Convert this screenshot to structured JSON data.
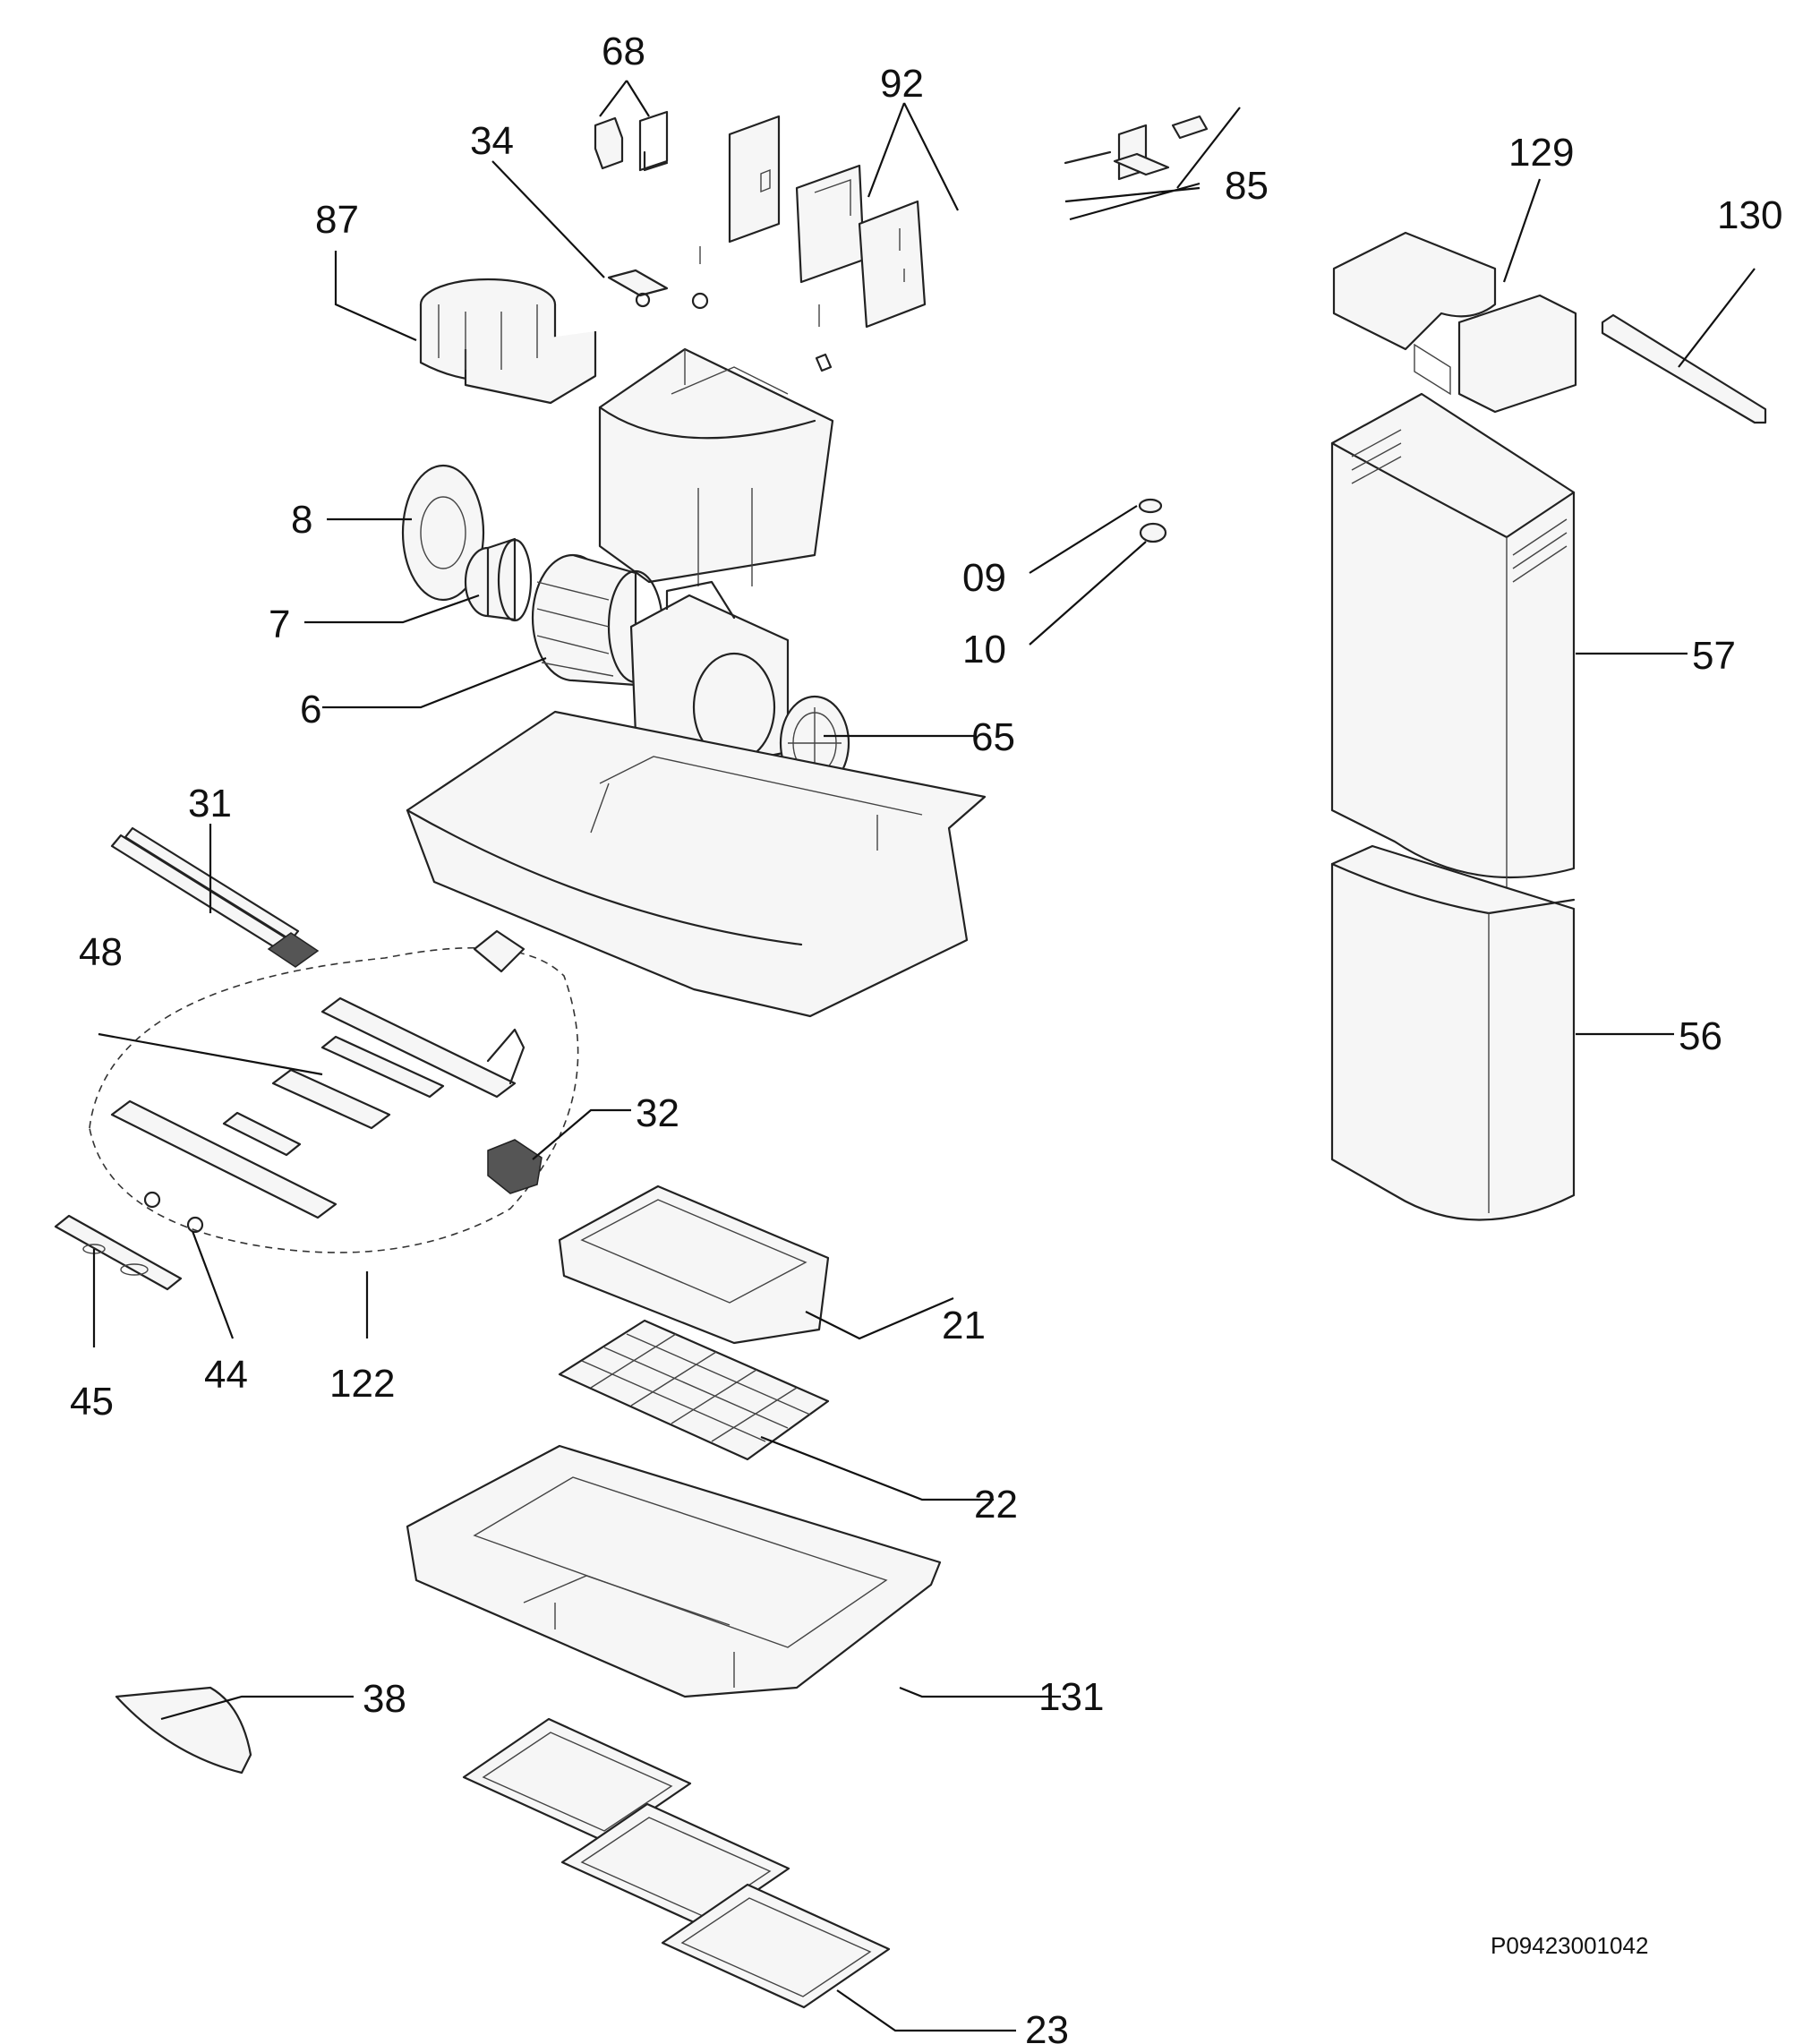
{
  "labels": {
    "p68": "68",
    "p92": "92",
    "p34": "34",
    "p87": "87",
    "p85": "85",
    "p129": "129",
    "p130": "130",
    "p8": "8",
    "p7": "7",
    "p6": "6",
    "p09": "09",
    "p10": "10",
    "p57": "57",
    "p65": "65",
    "p31": "31",
    "p48": "48",
    "p32": "32",
    "p56": "56",
    "p21": "21",
    "p45": "45",
    "p44": "44",
    "p122": "122",
    "p22": "22",
    "p38": "38",
    "p131": "131",
    "p23": "23"
  },
  "drawing_code": "P09423001042"
}
